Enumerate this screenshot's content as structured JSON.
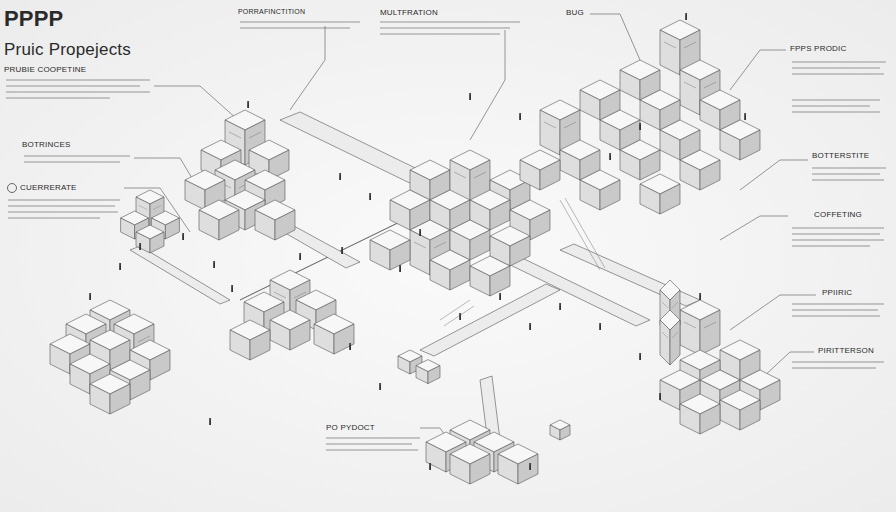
{
  "diagram": {
    "title": "PPPP",
    "labels": [
      "Pruic Propejects",
      "PRUBIE COOPETINE",
      "PORRAFINCTITION",
      "MULTFRATION",
      "BUG",
      "BOTRINCES",
      "CUERRERATE",
      "FPPS PRODIC",
      "BOTTERSTITE",
      "COFFETING",
      "PPIIRIC",
      "PIRITTERSON",
      "PO PYDOCT"
    ]
  }
}
